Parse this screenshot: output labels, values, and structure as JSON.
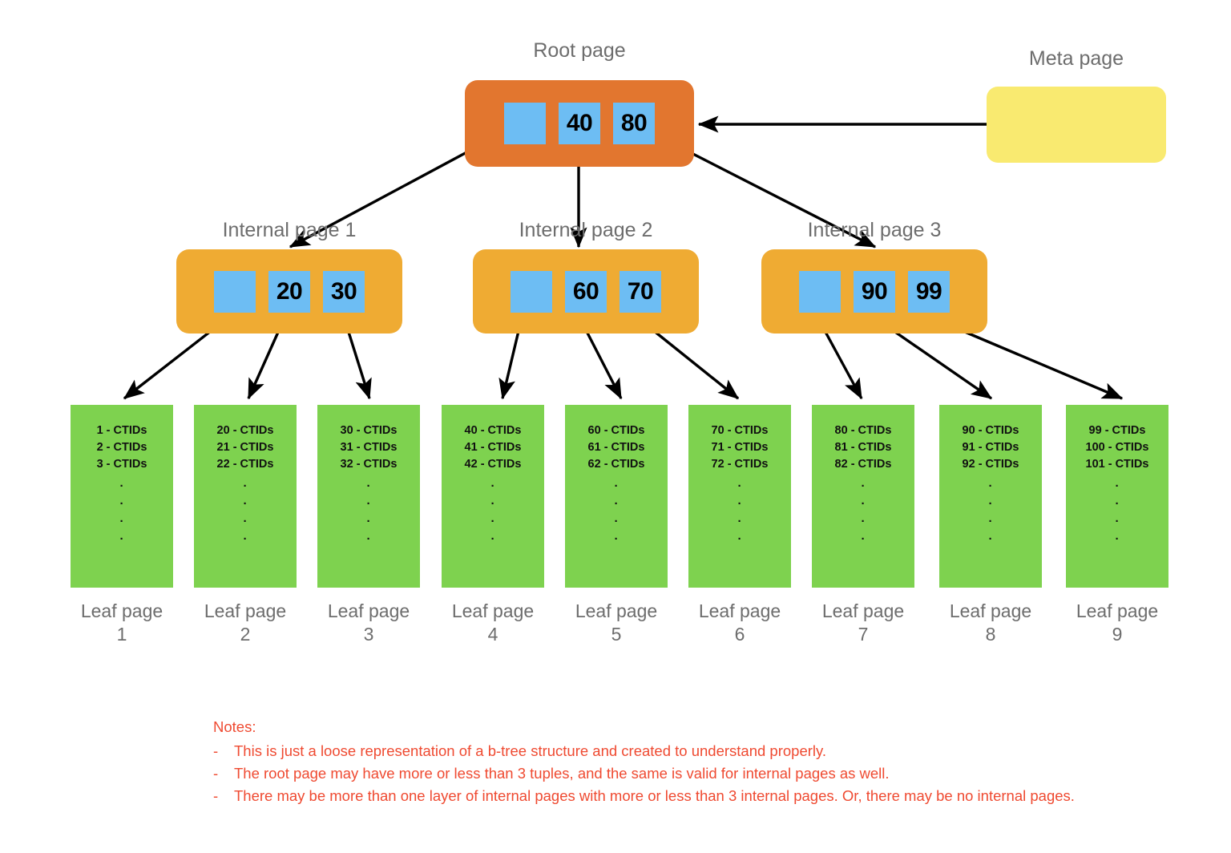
{
  "diagram": {
    "title_color": "#6d6d6d",
    "colors": {
      "root_page": "#e2762f",
      "internal_page": "#efab33",
      "leaf_page": "#7ed24f",
      "meta_page": "#f9ea70",
      "tuple_cell": "#6dbdf3",
      "arrow": "#000000",
      "notes": "#ef4a31"
    }
  },
  "root": {
    "title": "Root page",
    "tuples": [
      "",
      "40",
      "80"
    ]
  },
  "meta": {
    "title": "Meta page",
    "body": ""
  },
  "internal_pages": [
    {
      "title": "Internal page 1",
      "tuples": [
        "",
        "20",
        "30"
      ]
    },
    {
      "title": "Internal page 2",
      "tuples": [
        "",
        "60",
        "70"
      ]
    },
    {
      "title": "Internal page 3",
      "tuples": [
        "",
        "90",
        "99"
      ]
    }
  ],
  "leaf_pages": [
    {
      "caption_line1": "Leaf page",
      "caption_line2": "1",
      "lines": [
        "1 - CTIDs",
        "2 - CTIDs",
        "3 - CTIDs"
      ],
      "dots": 4
    },
    {
      "caption_line1": "Leaf page",
      "caption_line2": "2",
      "lines": [
        "20 - CTIDs",
        "21 - CTIDs",
        "22 - CTIDs"
      ],
      "dots": 4
    },
    {
      "caption_line1": "Leaf page",
      "caption_line2": "3",
      "lines": [
        "30 - CTIDs",
        "31 - CTIDs",
        "32 - CTIDs"
      ],
      "dots": 4
    },
    {
      "caption_line1": "Leaf page",
      "caption_line2": "4",
      "lines": [
        "40 - CTIDs",
        "41 - CTIDs",
        "42 - CTIDs"
      ],
      "dots": 4
    },
    {
      "caption_line1": "Leaf page",
      "caption_line2": "5",
      "lines": [
        "60 - CTIDs",
        "61 - CTIDs",
        "62 - CTIDs"
      ],
      "dots": 4
    },
    {
      "caption_line1": "Leaf page",
      "caption_line2": "6",
      "lines": [
        "70 - CTIDs",
        "71 - CTIDs",
        "72 - CTIDs"
      ],
      "dots": 4
    },
    {
      "caption_line1": "Leaf page",
      "caption_line2": "7",
      "lines": [
        "80 - CTIDs",
        "81 - CTIDs",
        "82 - CTIDs"
      ],
      "dots": 4
    },
    {
      "caption_line1": "Leaf page",
      "caption_line2": "8",
      "lines": [
        "90 - CTIDs",
        "91 - CTIDs",
        "92 - CTIDs"
      ],
      "dots": 4
    },
    {
      "caption_line1": "Leaf page",
      "caption_line2": "9",
      "lines": [
        "99 - CTIDs",
        "100 - CTIDs",
        "101 - CTIDs"
      ],
      "dots": 4
    }
  ],
  "notes": {
    "heading": "Notes:",
    "bullet": "-",
    "items": [
      "This is just a loose representation of a b-tree structure and created to understand properly.",
      "The root page may have more or less than 3 tuples, and the same is valid for internal pages as well.",
      "There may be more than one layer of internal pages with more or less than 3 internal pages. Or, there may be no internal pages."
    ]
  }
}
